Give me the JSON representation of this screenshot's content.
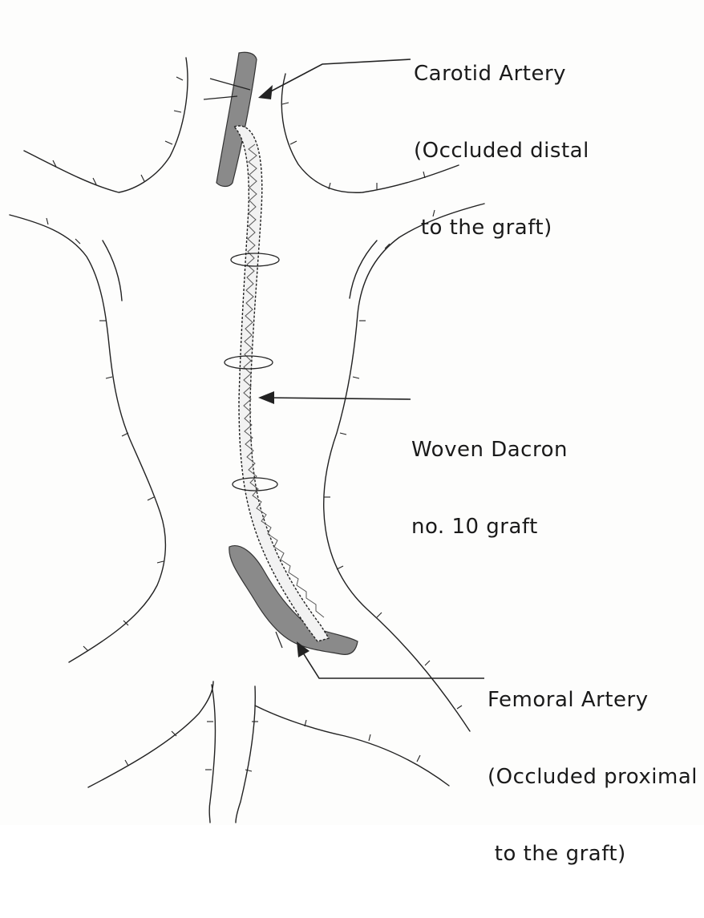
{
  "labels": {
    "carotid": {
      "line1": "Carotid Artery",
      "line2": "(Occluded distal",
      "line3": " to the graft)"
    },
    "dacron": {
      "line1": "Woven Dacron",
      "line2": "no. 10 graft"
    },
    "femoral": {
      "line1": "Femoral Artery",
      "line2": "(Occluded proximal",
      "line3": " to the graft)"
    }
  },
  "colors": {
    "ink": "#222222",
    "artery_fill": "#8a8a8a",
    "graft_fill": "#f2f2f2",
    "background": "#fdfdfc"
  }
}
